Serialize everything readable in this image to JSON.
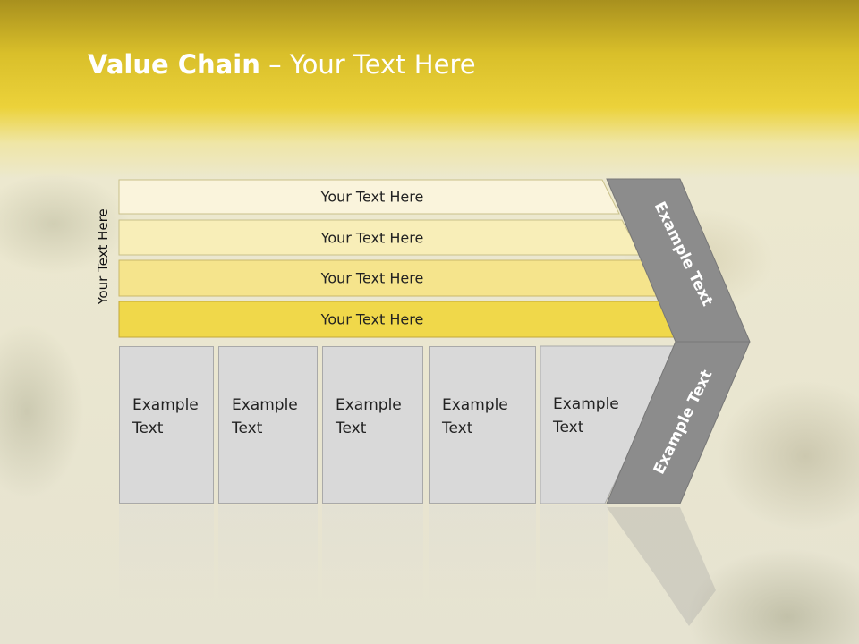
{
  "slide": {
    "title_bold": "Value Chain",
    "title_rest": " – Your Text Here",
    "side_label": "Your Text Here"
  },
  "support_rows": [
    {
      "label": "Your Text Here",
      "color": "#faf4dc"
    },
    {
      "label": "Your Text Here",
      "color": "#f8eeb8"
    },
    {
      "label": "Your Text Here",
      "color": "#f5e48c"
    },
    {
      "label": "Your Text Here",
      "color": "#f0d84a"
    }
  ],
  "primary_activities": [
    {
      "line1": "Example",
      "line2": "Text"
    },
    {
      "line1": "Example",
      "line2": "Text"
    },
    {
      "line1": "Example",
      "line2": "Text"
    },
    {
      "line1": "Example",
      "line2": "Text"
    },
    {
      "line1": "Example",
      "line2": "Text"
    }
  ],
  "chevron": {
    "upper_label": "Example Text",
    "lower_label": "Example Text",
    "color": "#8c8c8c"
  }
}
